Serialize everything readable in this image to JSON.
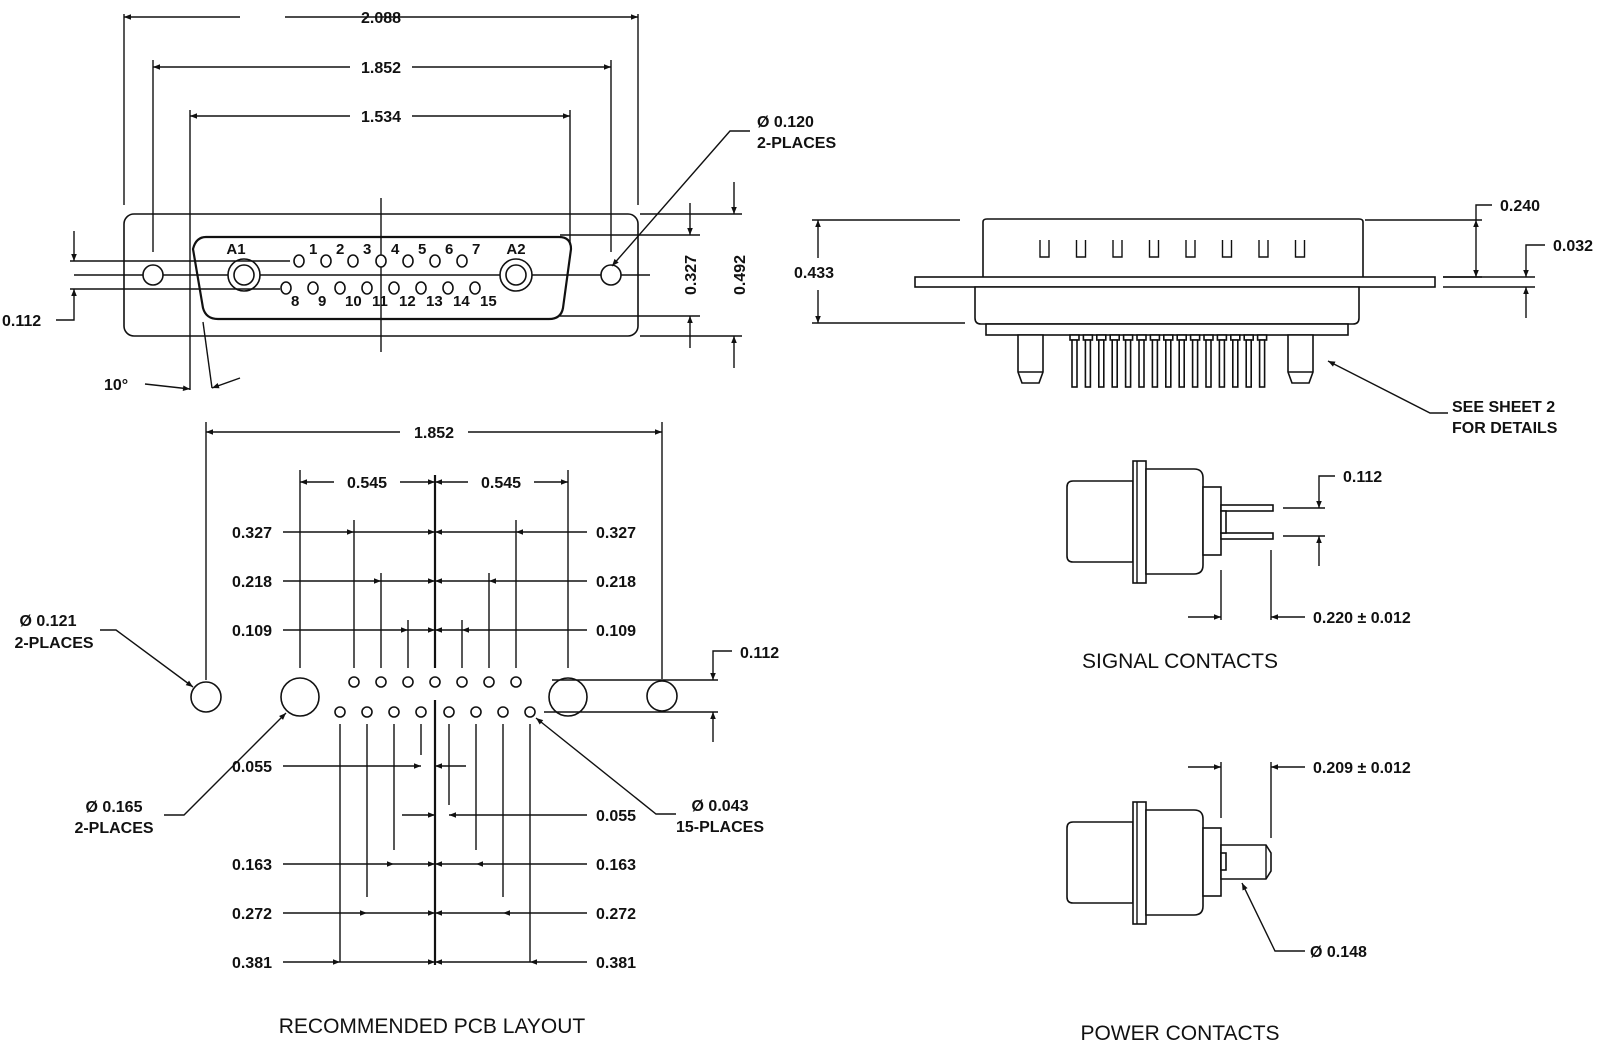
{
  "front_view": {
    "dims": {
      "overall_width": "2.088",
      "mount_hole_spacing": "1.852",
      "shell_width": "1.534",
      "shell_height": "0.327",
      "flange_height": "0.492",
      "row_spacing": "0.112",
      "angle": "10°"
    },
    "mount_hole_callout": [
      "Ø 0.120",
      "2-PLACES"
    ],
    "power_labels": [
      "A1",
      "A2"
    ],
    "top_row_pins": [
      "1",
      "2",
      "3",
      "4",
      "5",
      "6",
      "7"
    ],
    "bottom_row_pins": [
      "8",
      "9",
      "10",
      "11",
      "12",
      "13",
      "14",
      "15"
    ]
  },
  "side_view": {
    "dims": {
      "overall_height": "0.433",
      "shell_height": "0.240",
      "flange_thickness": "0.032"
    },
    "note": [
      "SEE SHEET 2",
      "FOR DETAILS"
    ]
  },
  "pcb_layout": {
    "title": "RECOMMENDED PCB LAYOUT",
    "overall": "1.852",
    "power_spacing_left": "0.545",
    "power_spacing_right": "0.545",
    "top_row_left": [
      "0.327",
      "0.218",
      "0.109"
    ],
    "top_row_right": [
      "0.327",
      "0.218",
      "0.109"
    ],
    "bottom_row_left": [
      "0.055",
      "0.163",
      "0.272",
      "0.381"
    ],
    "bottom_row_right": [
      "0.055",
      "0.163",
      "0.272",
      "0.381"
    ],
    "row_spacing": "0.112",
    "mount_hole_callout": [
      "Ø 0.121",
      "2-PLACES"
    ],
    "power_hole_callout": [
      "Ø 0.165",
      "2-PLACES"
    ],
    "signal_hole_callout": [
      "Ø 0.043",
      "15-PLACES"
    ]
  },
  "signal_contacts": {
    "title": "SIGNAL CONTACTS",
    "pitch": "0.112",
    "length": "0.220 ± 0.012"
  },
  "power_contacts": {
    "title": "POWER CONTACTS",
    "length": "0.209 ± 0.012",
    "diameter": "Ø 0.148"
  }
}
